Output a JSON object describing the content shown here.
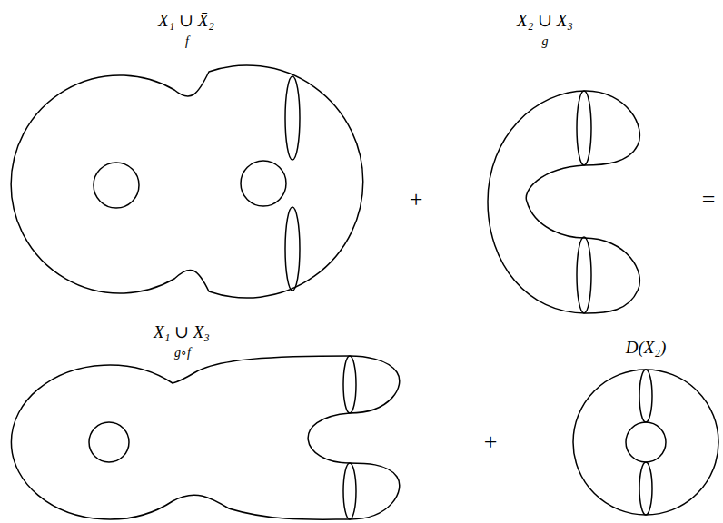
{
  "diagram": {
    "labels": [
      "X₁ ∪ X̄₂",
      "f",
      "+",
      "X₂ ∪ X₃",
      "g",
      "=",
      "X₁ ∪ X₃",
      "g∘f",
      "+",
      "D(X₂)"
    ]
  }
}
